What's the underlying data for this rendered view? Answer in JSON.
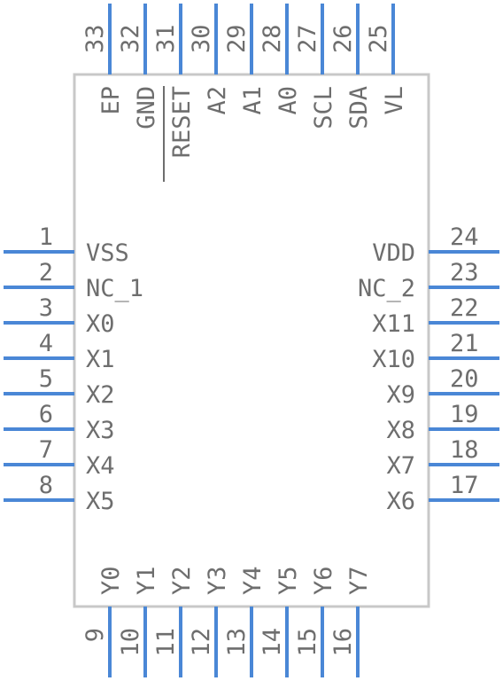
{
  "colors": {
    "pin": "#4a87d6",
    "body_outline": "#c8c8c8",
    "text": "#6e6e6e"
  },
  "left_pins": [
    {
      "num": "1",
      "name": "VSS"
    },
    {
      "num": "2",
      "name": "NC_1"
    },
    {
      "num": "3",
      "name": "X0"
    },
    {
      "num": "4",
      "name": "X1"
    },
    {
      "num": "5",
      "name": "X2"
    },
    {
      "num": "6",
      "name": "X3"
    },
    {
      "num": "7",
      "name": "X4"
    },
    {
      "num": "8",
      "name": "X5"
    }
  ],
  "right_pins": [
    {
      "num": "24",
      "name": "VDD"
    },
    {
      "num": "23",
      "name": "NC_2"
    },
    {
      "num": "22",
      "name": "X11"
    },
    {
      "num": "21",
      "name": "X10"
    },
    {
      "num": "20",
      "name": "X9"
    },
    {
      "num": "19",
      "name": "X8"
    },
    {
      "num": "18",
      "name": "X7"
    },
    {
      "num": "17",
      "name": "X6"
    }
  ],
  "top_pins": [
    {
      "num": "33",
      "name": "EP"
    },
    {
      "num": "32",
      "name": "GND"
    },
    {
      "num": "31",
      "name": "RESET"
    },
    {
      "num": "30",
      "name": "A2"
    },
    {
      "num": "29",
      "name": "A1"
    },
    {
      "num": "28",
      "name": "A0"
    },
    {
      "num": "27",
      "name": "SCL"
    },
    {
      "num": "26",
      "name": "SDA"
    },
    {
      "num": "25",
      "name": "VL"
    }
  ],
  "bottom_pins": [
    {
      "num": "9",
      "name": "Y0"
    },
    {
      "num": "10",
      "name": "Y1"
    },
    {
      "num": "11",
      "name": "Y2"
    },
    {
      "num": "12",
      "name": "Y3"
    },
    {
      "num": "13",
      "name": "Y4"
    },
    {
      "num": "14",
      "name": "Y5"
    },
    {
      "num": "15",
      "name": "Y6"
    },
    {
      "num": "16",
      "name": "Y7"
    }
  ]
}
